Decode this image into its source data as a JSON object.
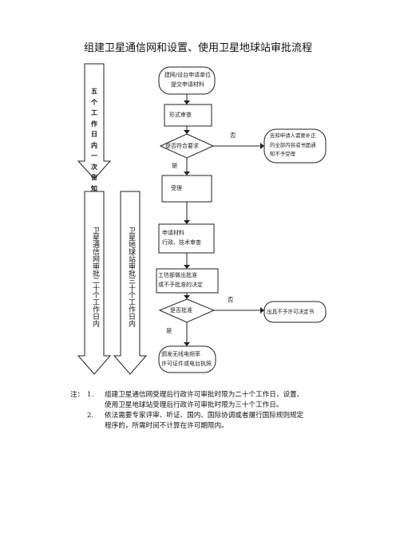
{
  "title": "组建卫星通信网和设置、使用卫星地球站审批流程",
  "left_banner": "五个工作日内一次告知",
  "arrow_network": "卫星通信网审批二十个工作日内",
  "arrow_station": "卫星地球站审批三十个工作日内",
  "nodes": {
    "submit_line1": "建网/设台申请单位",
    "submit_line2": "提交申请材料",
    "formal_review": "形式审查",
    "meets_requirements": "是否符合要求",
    "notify_line1": "告知申请人需要补正",
    "notify_line2": "的全部内容或书面通",
    "notify_line3": "知不予受理",
    "accept": "受理",
    "review_line1": "申请材料",
    "review_line2": "行政、技术审查",
    "decision_line1": "工信部做出批准",
    "decision_line2": "或不予批准的决定",
    "approved": "是否批准",
    "reject": "出具不予许可决定书",
    "issue_line1": "颁发无线电频率",
    "issue_line2": "许可证件或电台执照"
  },
  "labels": {
    "no_1": "否",
    "yes_1": "是",
    "no_2": "否",
    "yes_2": "是"
  },
  "notes": {
    "prefix": "注：",
    "items": [
      {
        "num": "1.",
        "line1": "组建卫星通信网受理后行政许可审批时限为二十个工作日，设置、",
        "line2": "使用卫星地球站受理后行政许可审批时限为三十个工作日。"
      },
      {
        "num": "2.",
        "line1": "依法需要专家评审、听证、国内、国际协调或者履行国际规则规定",
        "line2": "程序的，所需时间不计算在许可期限内。"
      }
    ]
  }
}
